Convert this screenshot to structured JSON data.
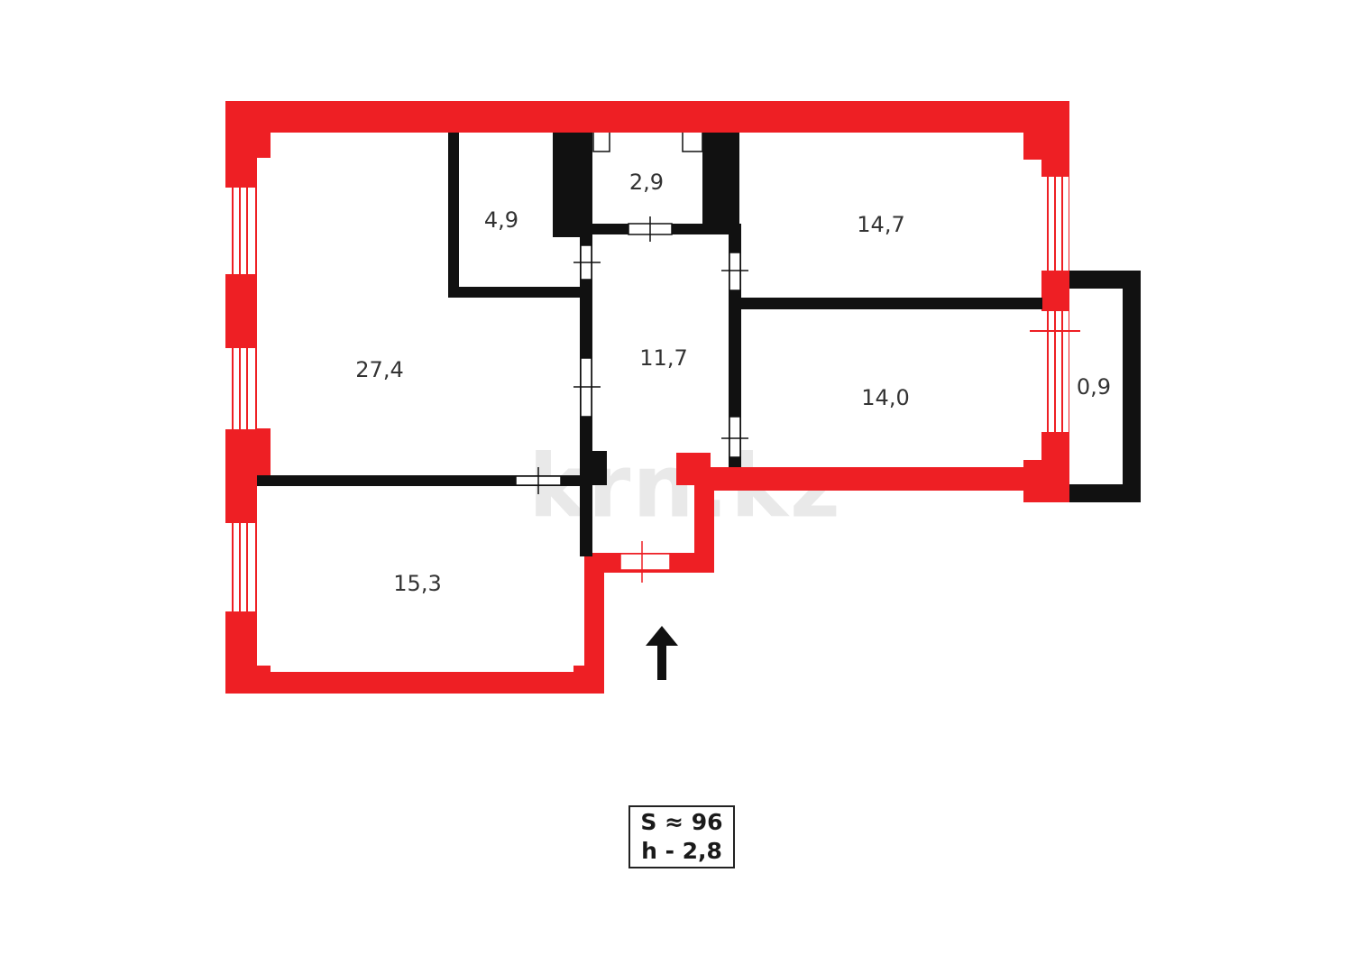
{
  "colors": {
    "exterior_wall": "#ee1f24",
    "interior_wall": "#111111",
    "background": "#ffffff",
    "label": "#333333"
  },
  "rooms": {
    "living_room": "27,4",
    "pantry": "4,9",
    "bathroom": "2,9",
    "bedroom_north": "14,7",
    "hallway": "11,7",
    "bedroom_south": "14,0",
    "balcony": "0,9",
    "kitchen": "15,3"
  },
  "summary": {
    "area": "S ≈ 96",
    "height": "h - 2,8"
  },
  "watermark": "krn.kz",
  "icons": {
    "entrance": "arrow-up-icon"
  }
}
